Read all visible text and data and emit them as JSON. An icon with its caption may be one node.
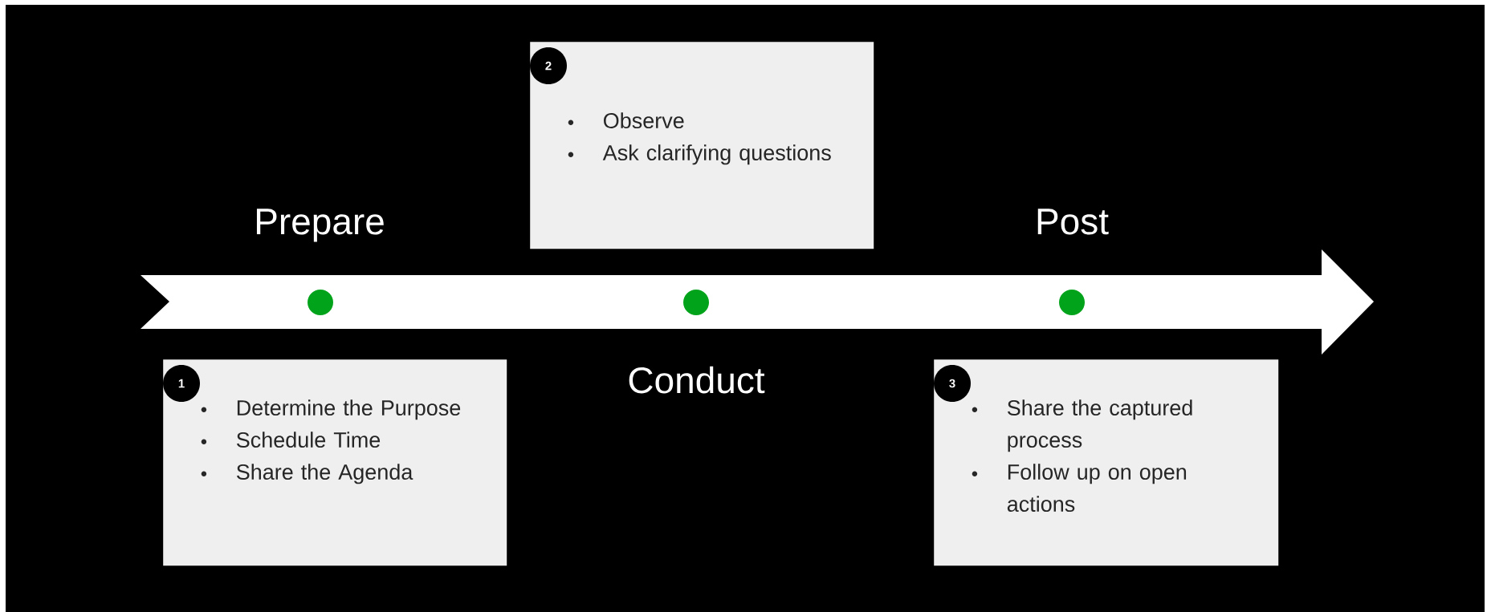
{
  "diagram": {
    "nodes": [
      {
        "text": [
          "1"
        ],
        "in": 1
      },
      {
        "text": [
          "Determine the Purpose",
          "Schedule Time",
          "Share the Agenda"
        ]
      },
      {
        "text": [
          "2"
        ],
        "in": 3
      },
      {
        "text": [
          "Observe",
          "Ask clarifying questions"
        ]
      },
      {
        "text": [
          "3"
        ],
        "in": 5
      },
      {
        "text": [
          "Share the captured process",
          "Follow up on open actions"
        ]
      }
    ],
    "labels": [
      "Prepare",
      "Post",
      "Conduct"
    ]
  }
}
